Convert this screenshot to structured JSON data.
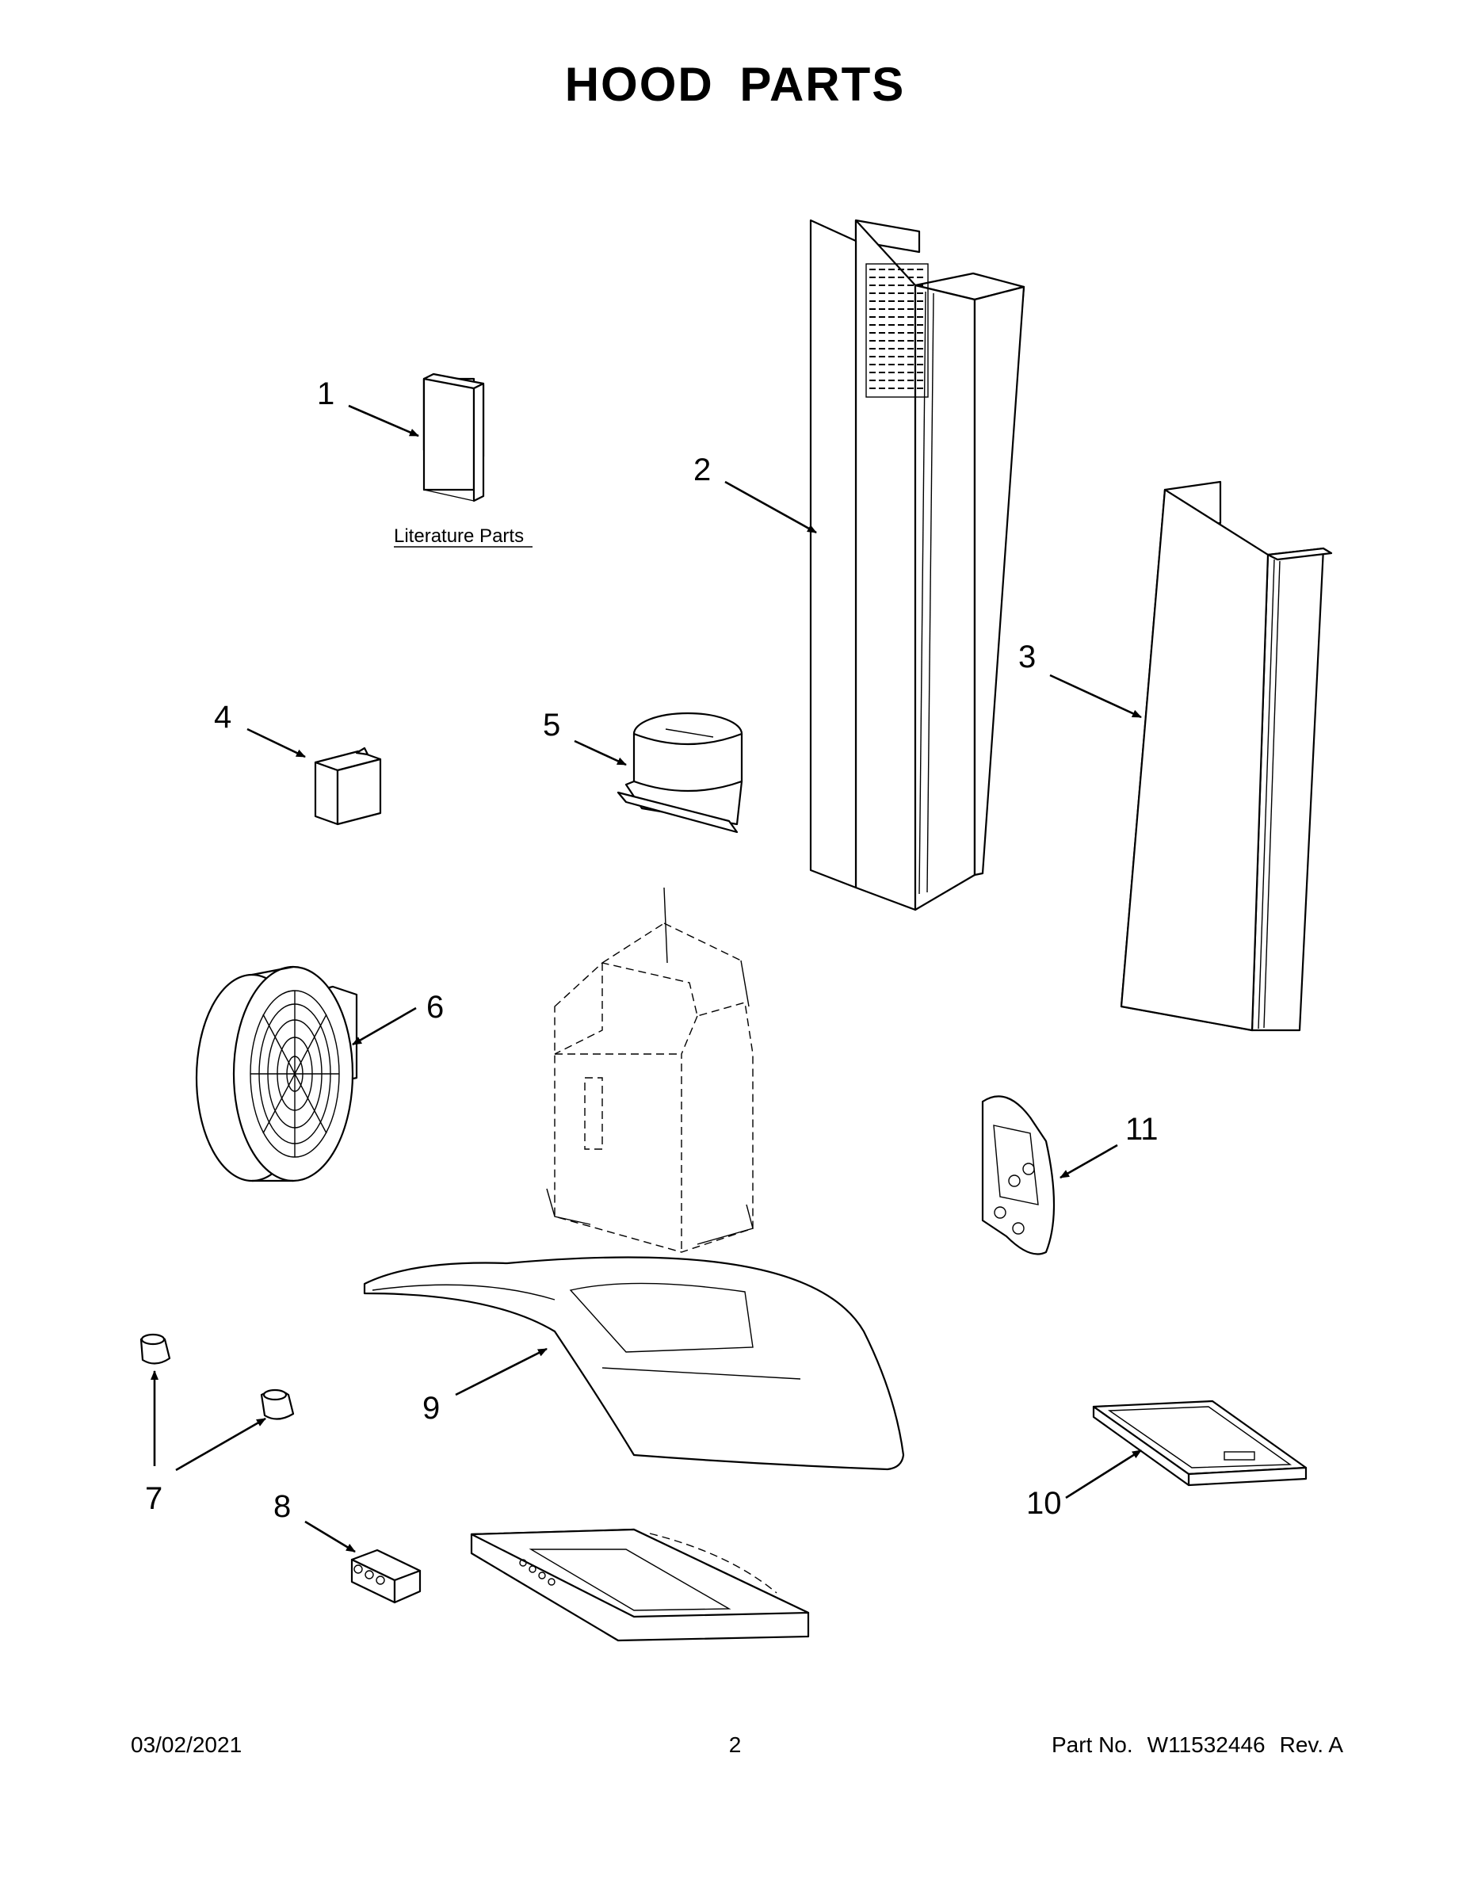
{
  "title": "HOOD PARTS",
  "literature_label": "Literature Parts",
  "callouts": [
    {
      "id": "1",
      "text": "1"
    },
    {
      "id": "2",
      "text": "2"
    },
    {
      "id": "3",
      "text": "3"
    },
    {
      "id": "4",
      "text": "4"
    },
    {
      "id": "5",
      "text": "5"
    },
    {
      "id": "6",
      "text": "6"
    },
    {
      "id": "7",
      "text": "7"
    },
    {
      "id": "8",
      "text": "8"
    },
    {
      "id": "9",
      "text": "9"
    },
    {
      "id": "10",
      "text": "10"
    },
    {
      "id": "11",
      "text": "11"
    }
  ],
  "footer": {
    "date": "03/02/2021",
    "page": "2",
    "part_label": "Part No.",
    "part_number": "W11532446",
    "revision": "Rev. A"
  }
}
